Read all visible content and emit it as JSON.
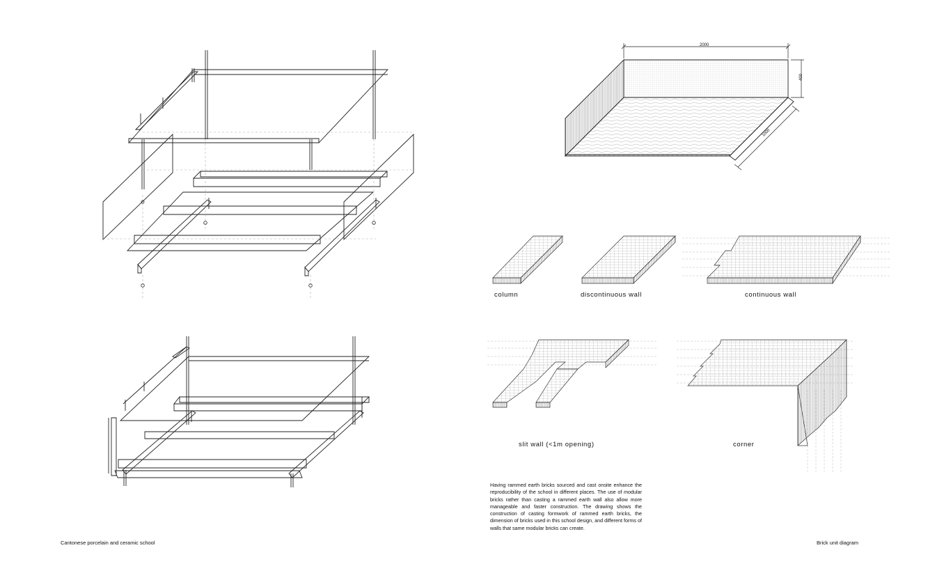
{
  "captions": {
    "left_page": "Cantonese porcelain and ceramic school",
    "right_page": "Brick unit diagram"
  },
  "dimensions": {
    "length": "2000",
    "height": "400",
    "width": "1000"
  },
  "wall_types": {
    "column": "column",
    "discontinuous": "discontinuous wall",
    "continuous": "continuous wall",
    "slit": "slit wall (<1m opening)",
    "corner": "corner"
  },
  "description": "Having rammed earth bricks sourced and cast onsite enhance the reproducibility of the school in different places. The use of modular bricks rather than casting a rammed earth wall also allow more manageable and faster construction. The drawing shows the construction of casting formwork of rammed earth bricks, the dimension of bricks used in this school design, and different forms of walls that same modular bricks can create.",
  "colors": {
    "line": "#222222",
    "hatch": "#555555",
    "dash": "#999999"
  }
}
